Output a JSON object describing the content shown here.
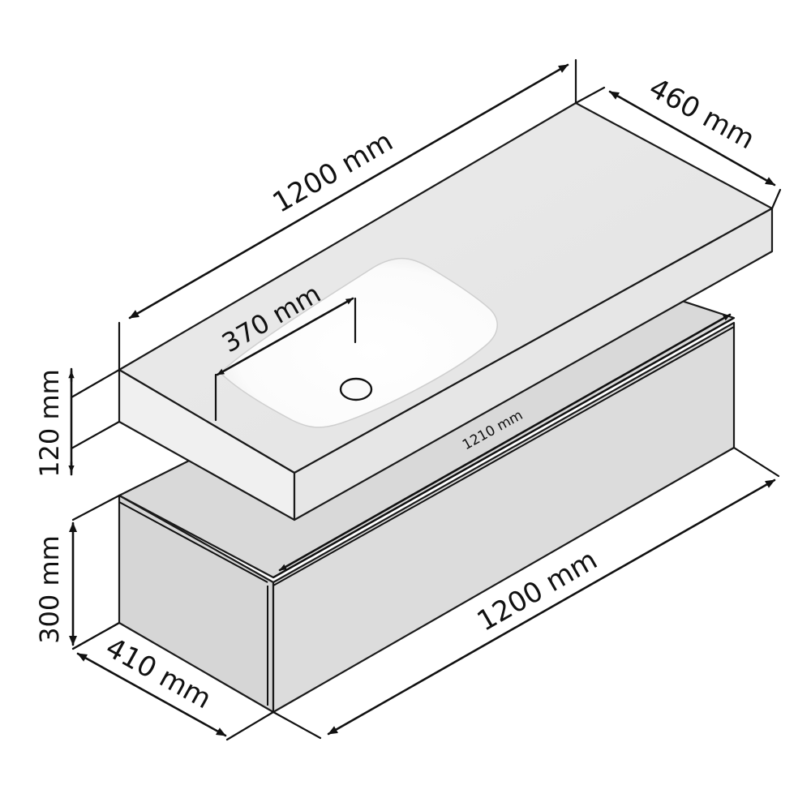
{
  "dimensions": {
    "top_length": "1200 mm",
    "top_depth": "460 mm",
    "basin_width": "370 mm",
    "top_thickness": "120 mm",
    "drawer_width": "1210 mm",
    "cabinet_height": "300 mm",
    "cabinet_depth": "410 mm",
    "cabinet_length": "1200 mm"
  }
}
